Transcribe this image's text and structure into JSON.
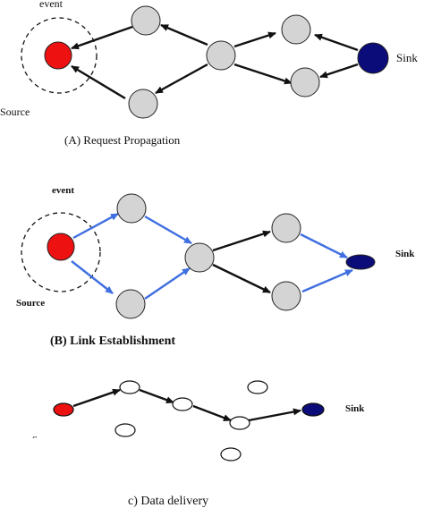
{
  "colors": {
    "source": "#ee1111",
    "sink": "#0b0b7a",
    "node": "#d4d4d4",
    "edge": "#111111",
    "highlight": "#3f6fe0"
  },
  "panel_a": {
    "label_event": "event",
    "label_source": "Source",
    "label_sink": "Sink",
    "caption": "(A) Request Propagation"
  },
  "panel_b": {
    "label_event": "event",
    "label_source": "Source",
    "label_sink": "Sink",
    "caption": "(B) Link Establishment"
  },
  "panel_c": {
    "label_source": "Source",
    "label_sink": "Sink",
    "caption": "c) Data delivery"
  }
}
